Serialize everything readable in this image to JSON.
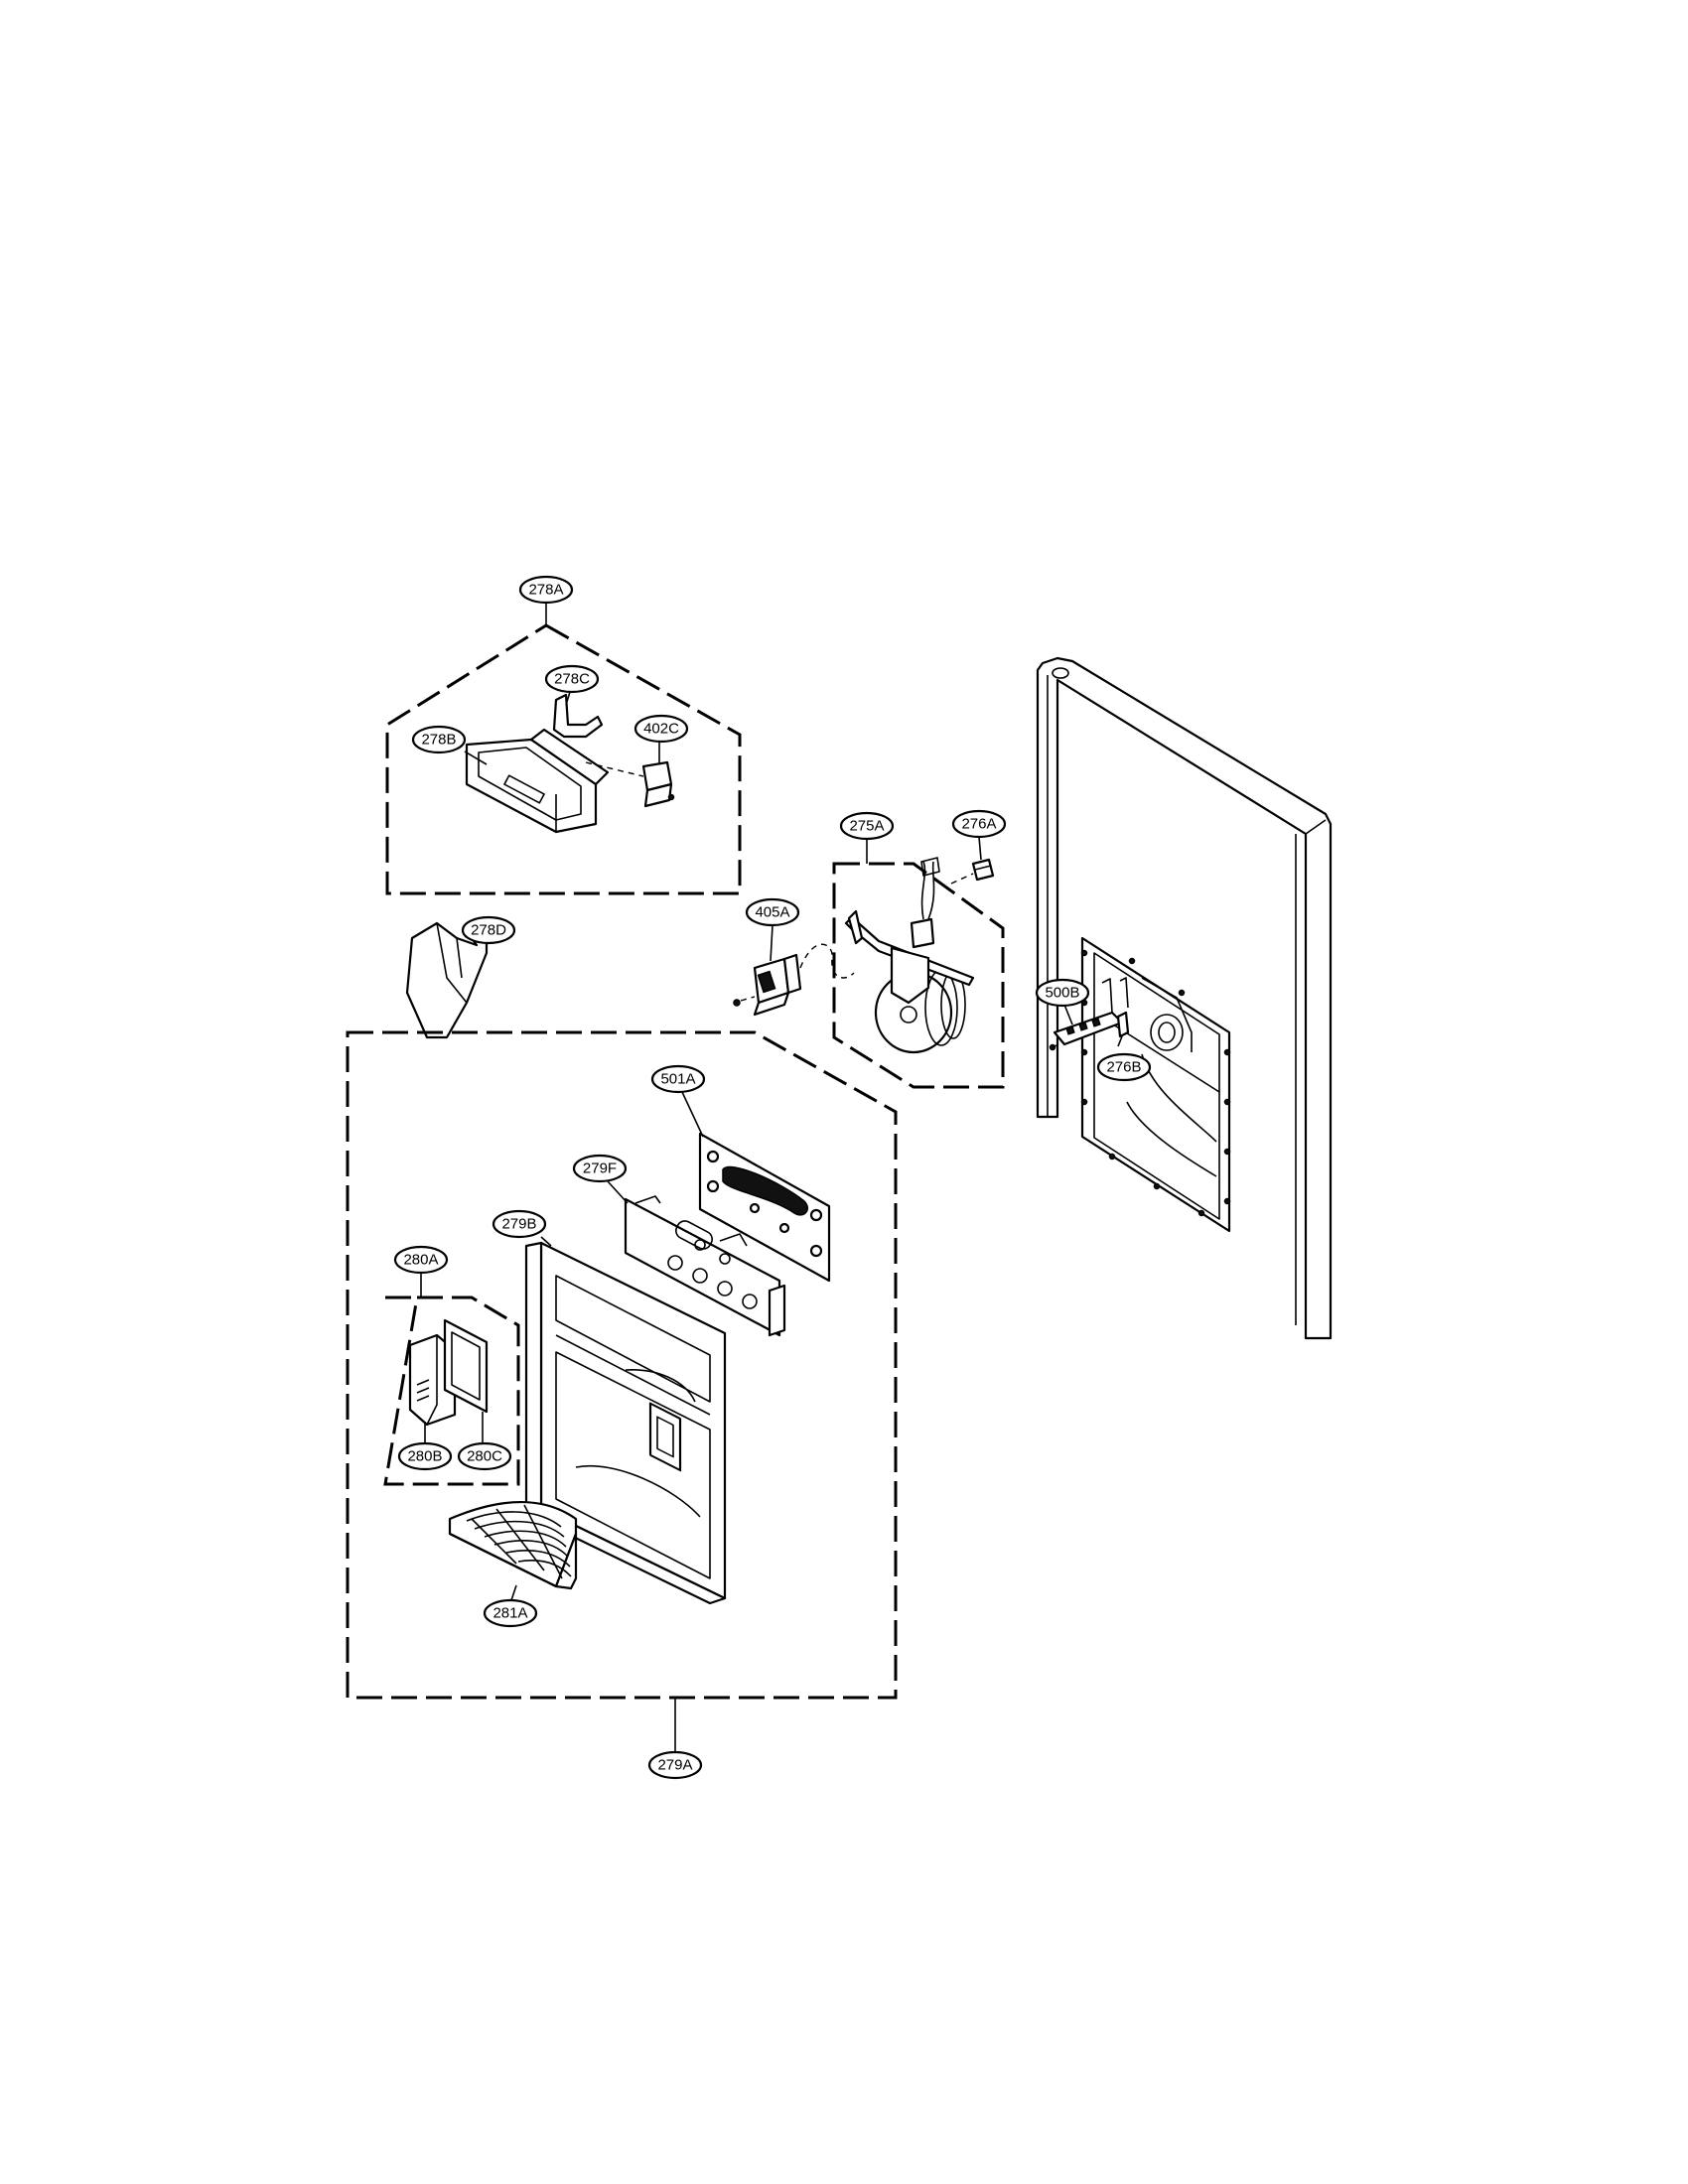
{
  "callouts": {
    "c278A": "278A",
    "c278C": "278C",
    "c402C": "402C",
    "c278B": "278B",
    "c278D": "278D",
    "c275A": "275A",
    "c276A": "276A",
    "c405A": "405A",
    "c500B": "500B",
    "c276B": "276B",
    "c501A": "501A",
    "c279F": "279F",
    "c279B": "279B",
    "c280A": "280A",
    "c280B": "280B",
    "c280C": "280C",
    "c281A": "281A",
    "c279A": "279A"
  },
  "colors": {
    "line": "#000000",
    "background": "#ffffff"
  }
}
